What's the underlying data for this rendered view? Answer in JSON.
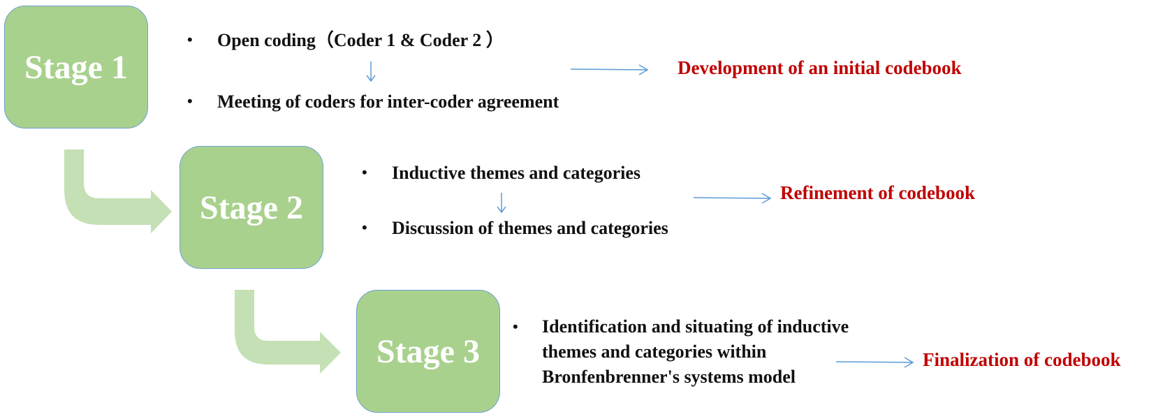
{
  "stages": [
    {
      "label": "Stage 1",
      "items": [
        "Open coding（Coder 1 & Coder 2 ）",
        "Meeting of coders for inter-coder agreement"
      ],
      "outcome": "Development of  an initial codebook"
    },
    {
      "label": "Stage 2",
      "items": [
        "Inductive themes and categories",
        "Discussion of themes and categories"
      ],
      "outcome": "Refinement of  codebook"
    },
    {
      "label": "Stage 3",
      "items": [
        "Identification and situating of inductive",
        "themes and categories within",
        "Bronfenbrenner's systems model"
      ],
      "outcome": "Finalization of  codebook"
    }
  ],
  "colors": {
    "stage_fill": "#a9d18e",
    "stage_border": "#6f9fd0",
    "connector": "#c5e0b4",
    "arrow_line": "#5b9bd5",
    "outcome_text": "#c00000"
  }
}
